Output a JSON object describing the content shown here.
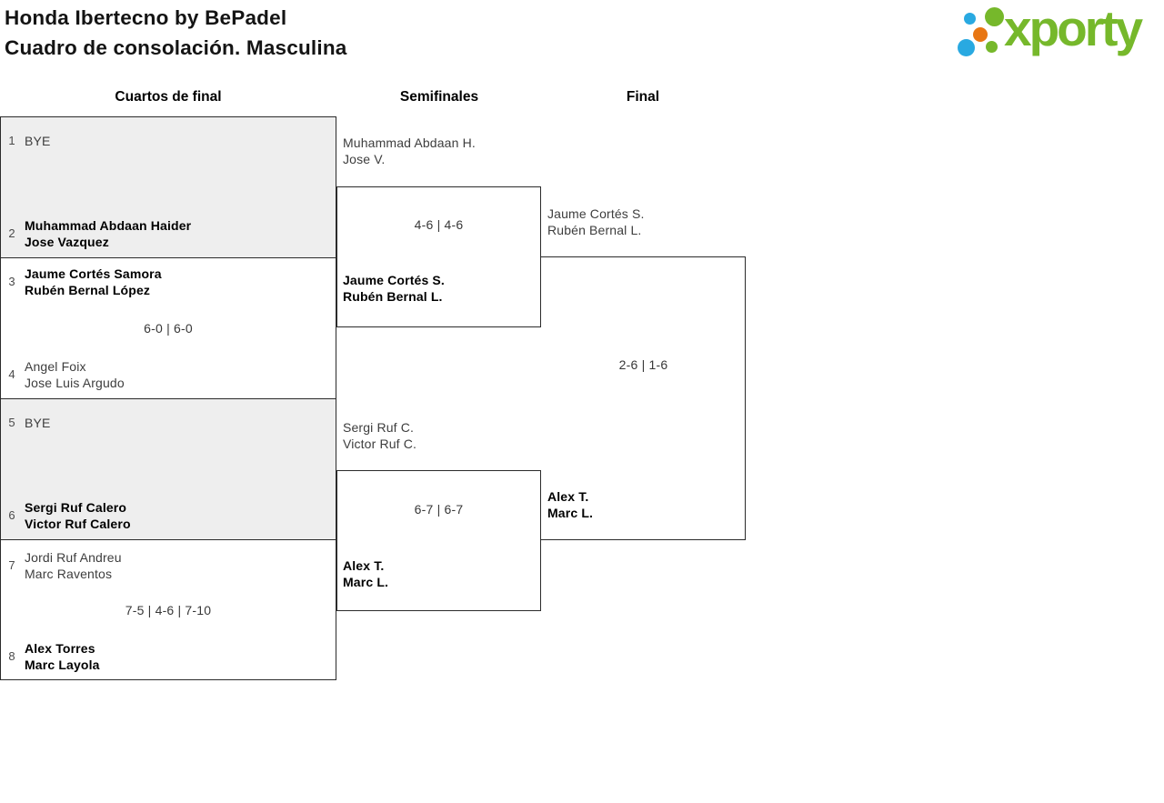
{
  "header": {
    "title_line1": "Honda Ibertecno by BePadel",
    "title_line2": "Cuadro de consolación. Masculina",
    "logo_text": "xporty"
  },
  "rounds": {
    "quarterfinals": "Cuartos de final",
    "semifinals": "Semifinales",
    "final": "Final"
  },
  "colors": {
    "logo_green": "#76b82b",
    "logo_blue": "#29a9e1",
    "logo_orange": "#e87613",
    "box_shade": "#eeeeee",
    "line": "#2b2b2b"
  },
  "bracket": {
    "quarterfinals": [
      {
        "score": "",
        "top": {
          "seed": "1",
          "lines": [
            "BYE"
          ],
          "winner": false
        },
        "bottom": {
          "seed": "2",
          "lines": [
            "Muhammad Abdaan Haider",
            "Jose Vazquez"
          ],
          "winner": true
        }
      },
      {
        "score": "6-0 | 6-0",
        "top": {
          "seed": "3",
          "lines": [
            "Jaume Cortés Samora",
            "Rubén Bernal López"
          ],
          "winner": true
        },
        "bottom": {
          "seed": "4",
          "lines": [
            "Angel Foix",
            "Jose Luis Argudo"
          ],
          "winner": false
        }
      },
      {
        "score": "",
        "top": {
          "seed": "5",
          "lines": [
            "BYE"
          ],
          "winner": false
        },
        "bottom": {
          "seed": "6",
          "lines": [
            "Sergi Ruf Calero",
            "Victor Ruf Calero"
          ],
          "winner": true
        }
      },
      {
        "score": "7-5 | 4-6 | 7-10",
        "top": {
          "seed": "7",
          "lines": [
            "Jordi Ruf Andreu",
            "Marc Raventos"
          ],
          "winner": false
        },
        "bottom": {
          "seed": "8",
          "lines": [
            "Alex Torres",
            "Marc Layola"
          ],
          "winner": true
        }
      }
    ],
    "semifinals": [
      {
        "score": "4-6 | 4-6",
        "top": {
          "lines": [
            "Muhammad Abdaan H.",
            "Jose V."
          ],
          "winner": false
        },
        "bottom": {
          "lines": [
            "Jaume Cortés S.",
            "Rubén Bernal L."
          ],
          "winner": true
        }
      },
      {
        "score": "6-7 | 6-7",
        "top": {
          "lines": [
            "Sergi Ruf C.",
            "Victor Ruf C."
          ],
          "winner": false
        },
        "bottom": {
          "lines": [
            "Alex T.",
            "Marc L."
          ],
          "winner": true
        }
      }
    ],
    "final": {
      "score": "2-6 | 1-6",
      "top": {
        "lines": [
          "Jaume Cortés S.",
          "Rubén Bernal L."
        ],
        "winner": false
      },
      "bottom": {
        "lines": [
          "Alex T.",
          "Marc L."
        ],
        "winner": true
      }
    }
  }
}
